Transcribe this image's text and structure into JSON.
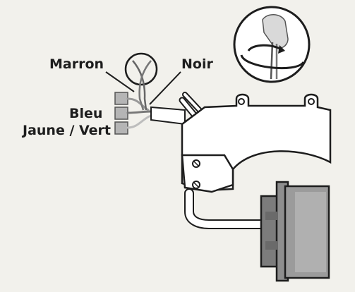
{
  "labels": {
    "marron": "Marron",
    "noir": "Noir",
    "bleu": "Bleu",
    "jaune_vert": "Jaune / Vert"
  },
  "colors": {
    "background": "#f2f1ec",
    "outline": "#1d1d1d",
    "housing": "#ffffff",
    "connector": "#8a8a8a",
    "terminal": "#a9a9a9"
  },
  "icons": {
    "twist": "rotate-arrow-icon",
    "detail": "magnifier-circle-icon"
  }
}
